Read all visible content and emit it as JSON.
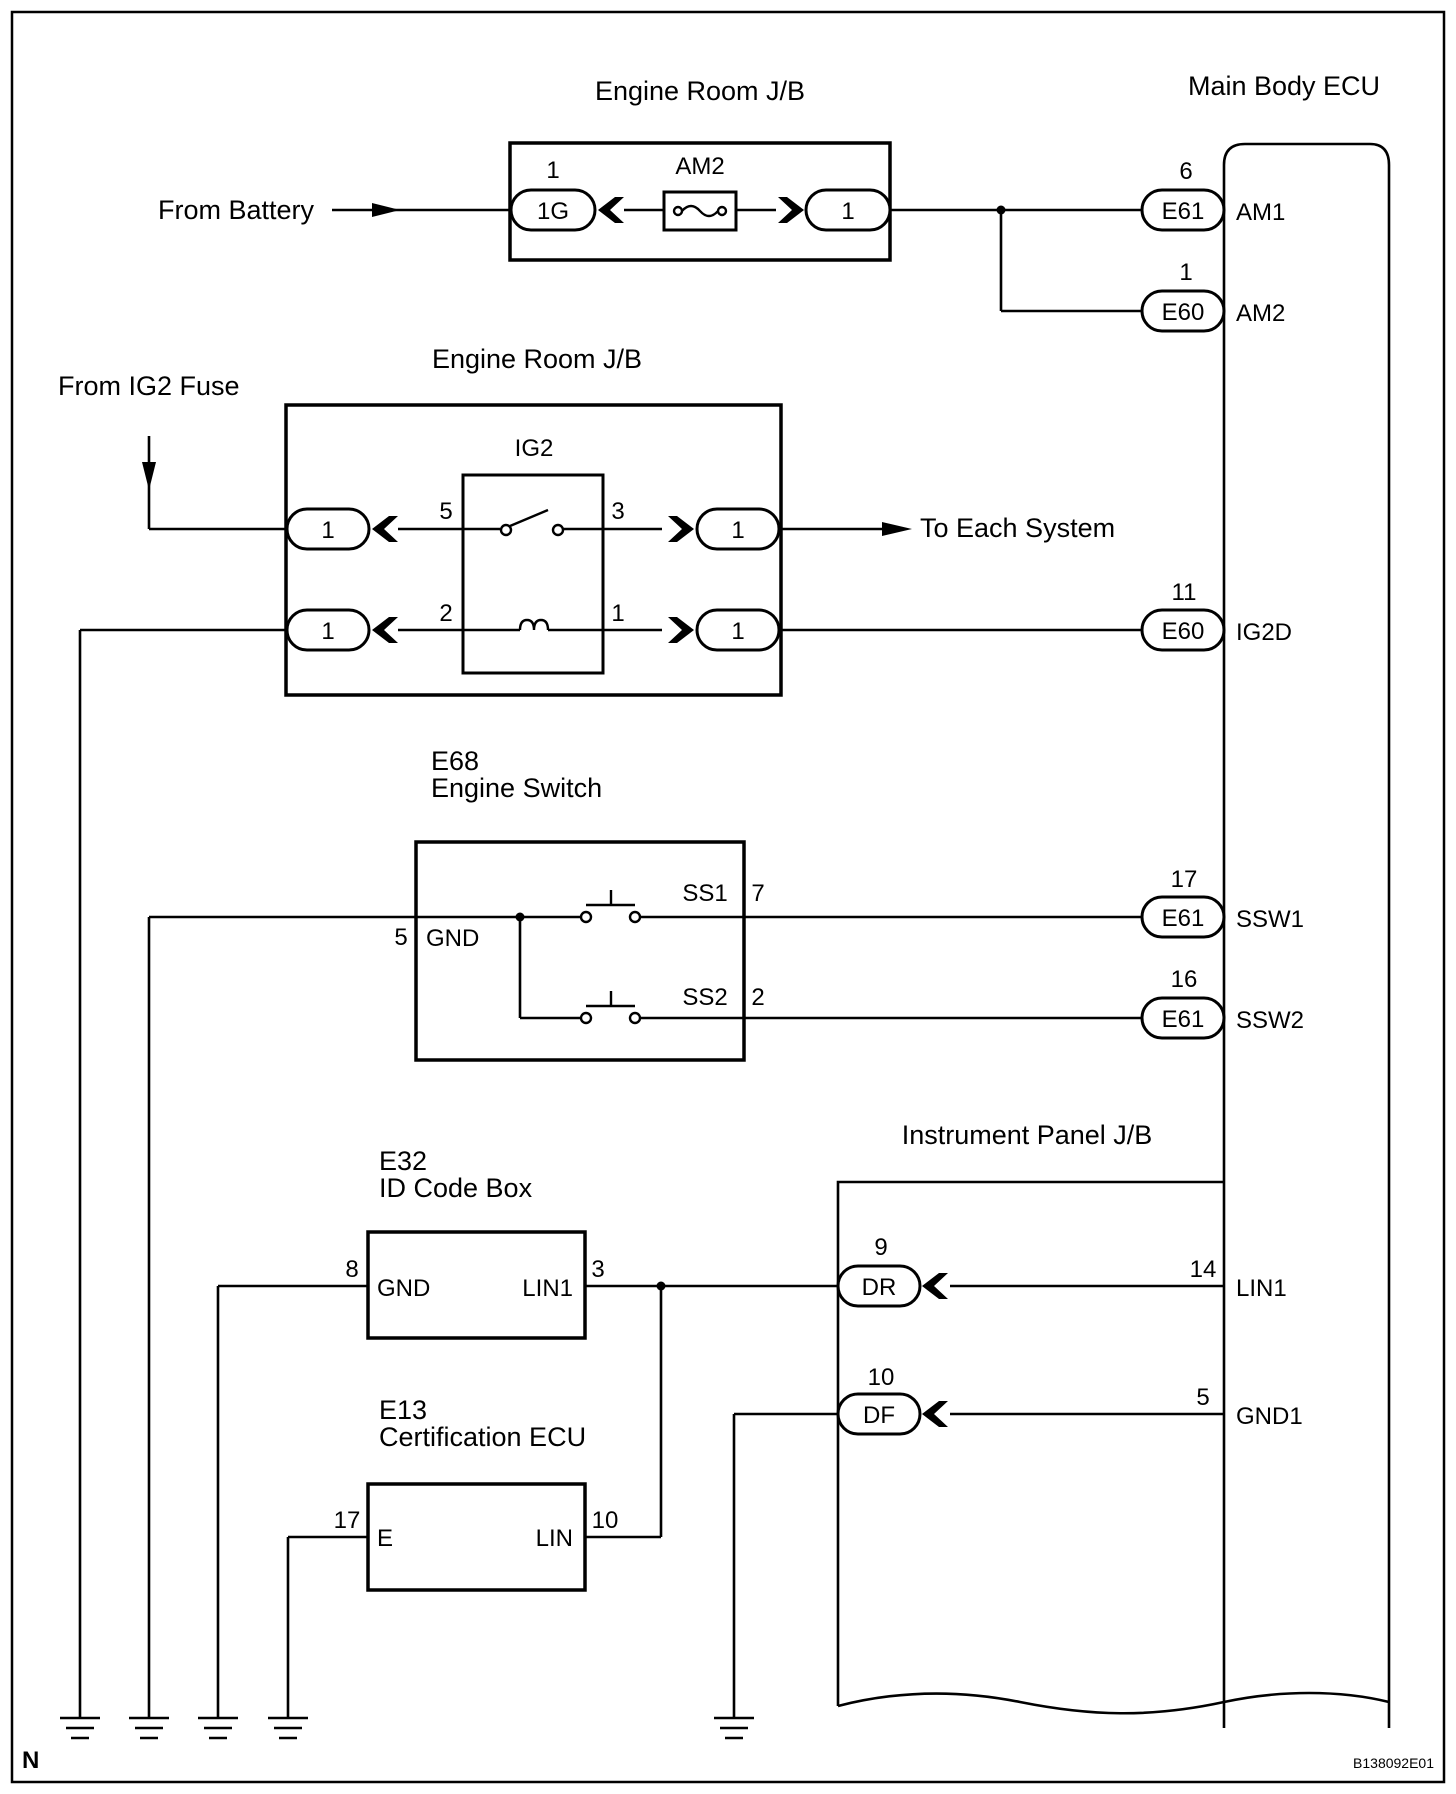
{
  "diagram": {
    "code": "B138092E01",
    "corner_mark": "N",
    "main_body_ecu": {
      "title": "Main Body ECU",
      "pins": [
        {
          "num": "6",
          "connector": "E61",
          "name": "AM1"
        },
        {
          "num": "1",
          "connector": "E60",
          "name": "AM2"
        },
        {
          "num": "11",
          "connector": "E60",
          "name": "IG2D"
        },
        {
          "num": "17",
          "connector": "E61",
          "name": "SSW1"
        },
        {
          "num": "16",
          "connector": "E61",
          "name": "SSW2"
        },
        {
          "num": "14",
          "name": "LIN1"
        },
        {
          "num": "5",
          "name": "GND1"
        }
      ]
    },
    "engine_room_jb_1": {
      "title": "Engine Room J/B",
      "fuse": "AM2",
      "left_pin_num": "1",
      "left_connector": "1G",
      "right_connector": "1"
    },
    "from_battery": "From Battery",
    "engine_room_jb_2": {
      "title": "Engine Room J/B",
      "relay": "IG2",
      "connectors": [
        "1",
        "1",
        "1",
        "1"
      ],
      "relay_pins": [
        "5",
        "3",
        "2",
        "1"
      ]
    },
    "from_ig2_fuse": "From IG2 Fuse",
    "to_each_system": "To Each System",
    "engine_switch": {
      "code": "E68",
      "title": "Engine Switch",
      "gnd_pin": "5",
      "gnd_label": "GND",
      "ss1_label": "SS1",
      "ss1_pin": "7",
      "ss2_label": "SS2",
      "ss2_pin": "2"
    },
    "instrument_panel_jb": {
      "title": "Instrument Panel J/B",
      "dr_pin": "9",
      "dr_label": "DR",
      "df_pin": "10",
      "df_label": "DF"
    },
    "id_code_box": {
      "code": "E32",
      "title": "ID Code Box",
      "gnd_pin": "8",
      "gnd_label": "GND",
      "lin_label": "LIN1",
      "lin_pin": "3"
    },
    "certification_ecu": {
      "code": "E13",
      "title": "Certification ECU",
      "e_pin": "17",
      "e_label": "E",
      "lin_label": "LIN",
      "lin_pin": "10"
    }
  }
}
